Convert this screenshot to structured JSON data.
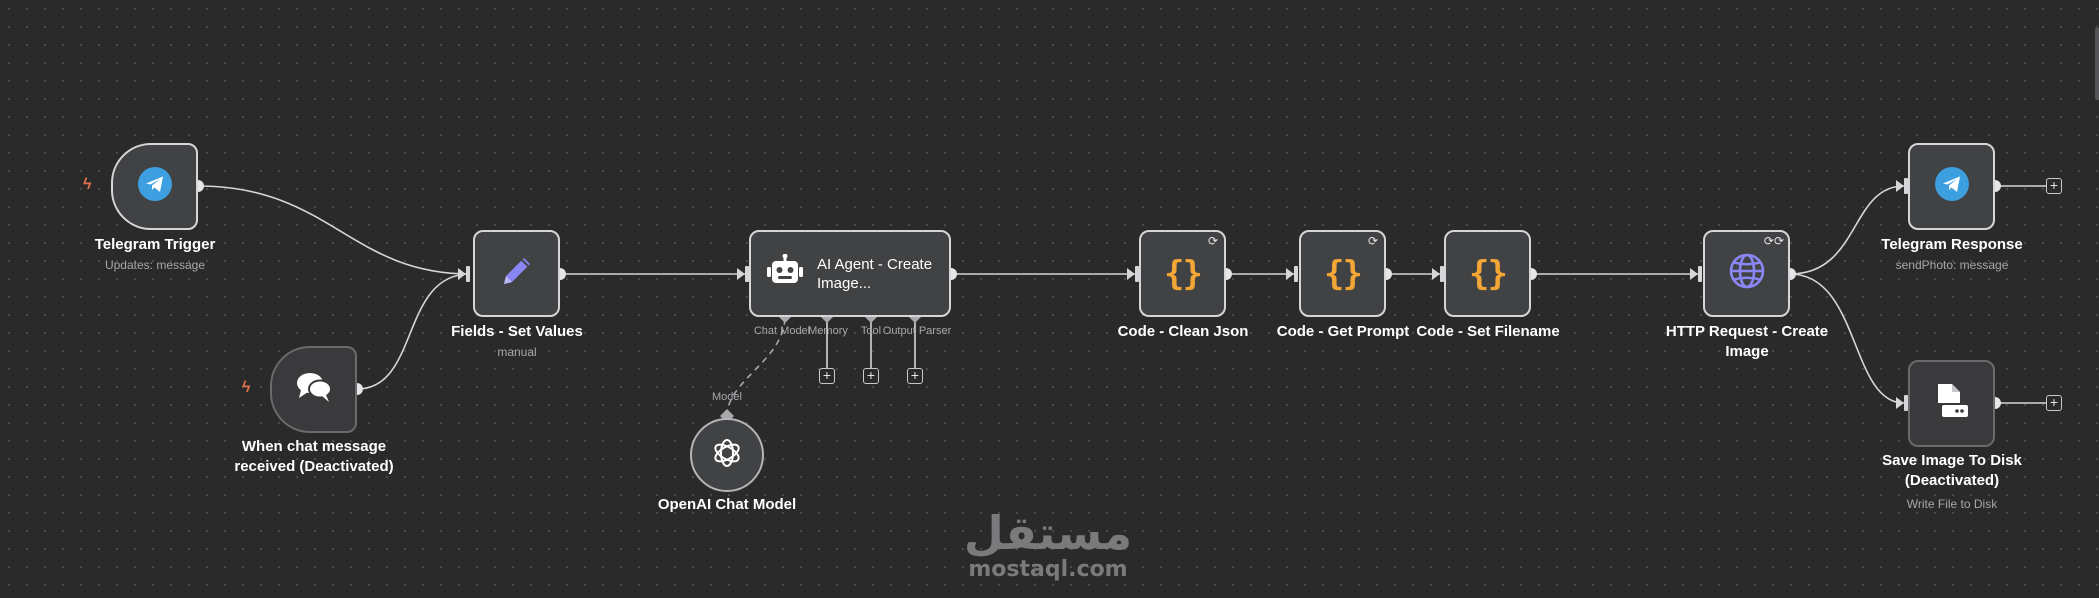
{
  "nodes": {
    "telegram_trigger": {
      "title": "Telegram Trigger",
      "subtitle": "Updates: message",
      "icon": "telegram-icon"
    },
    "chat_trigger": {
      "title": "When chat message received (Deactivated)",
      "icon": "chat-bubbles-icon"
    },
    "fields": {
      "title": "Fields - Set Values",
      "subtitle": "manual",
      "icon": "pencil-icon"
    },
    "agent": {
      "title": "AI Agent - Create Image...",
      "icon": "robot-icon",
      "ports": {
        "chat_model": "Chat Model",
        "memory": "Memory",
        "tool": "Tool",
        "output_parser": "Output Parser"
      }
    },
    "openai": {
      "title": "OpenAI Chat Model",
      "port_label": "Model",
      "icon": "openai-icon"
    },
    "code_clean": {
      "title": "Code - Clean Json",
      "icon": "code-braces-icon"
    },
    "code_prompt": {
      "title": "Code - Get Prompt",
      "icon": "code-braces-icon"
    },
    "code_filename": {
      "title": "Code - Set Filename",
      "icon": "code-braces-icon"
    },
    "http": {
      "title": "HTTP Request - Create Image",
      "icon": "globe-icon"
    },
    "telegram_response": {
      "title": "Telegram Response",
      "subtitle": "sendPhoto: message",
      "icon": "telegram-icon"
    },
    "save_image": {
      "title": "Save Image To Disk (Deactivated)",
      "subtitle": "Write File to Disk",
      "icon": "file-disk-icon"
    }
  },
  "symbols": {
    "plus": "+",
    "braces": "{}",
    "bolt": "ϟ",
    "loop": "⟳"
  },
  "watermark": {
    "arabic": "مستقل",
    "latin": "mostaql.com"
  },
  "colors": {
    "canvas": "#2a2a2b",
    "node_bg": "#414244",
    "node_border": "#d6d6d8",
    "edge": "#d6d6d8",
    "telegram": "#3d9fe0",
    "code": "#f3a536",
    "pencil": "#8a87f5",
    "globe": "#8a87f5",
    "trigger_bolt": "#e0714c"
  }
}
